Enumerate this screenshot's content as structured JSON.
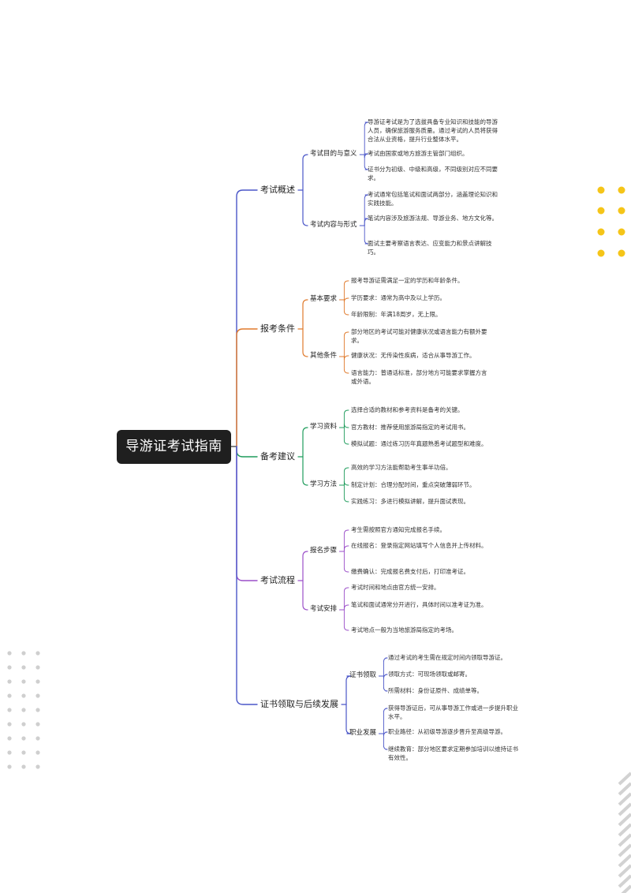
{
  "title": "导游证考试指南",
  "colors": {
    "root_bg": "#1f1f1f",
    "yellow_dots": "#f5c518",
    "gray_dots": "#cfcfcf",
    "stripes": "#d2d2d2"
  },
  "branches": [
    {
      "label": "考试概述",
      "color": "#4a56c8",
      "groups": [
        {
          "label": "考试目的与意义",
          "leaves": [
            "导游证考试是为了选拔具备专业知识和技能的导游人员，确保旅游服务质量。通过考试的人员将获得合法从业资格，提升行业整体水平。",
            "考试由国家或地方旅游主管部门组织。",
            "证书分为初级、中级和高级，不同级别对应不同要求。"
          ]
        },
        {
          "label": "考试内容与形式",
          "leaves": [
            "考试通常包括笔试和面试两部分，涵盖理论知识和实践技能。",
            "笔试内容涉及旅游法规、导游业务、地方文化等。",
            "面试主要考察语言表达、应变能力和景点讲解技巧。"
          ]
        }
      ]
    },
    {
      "label": "报考条件",
      "color": "#e07a2c",
      "groups": [
        {
          "label": "基本要求",
          "leaves": [
            "报考导游证需满足一定的学历和年龄条件。",
            "学历要求：通常为高中及以上学历。",
            "年龄限制：年满18周岁，无上限。"
          ]
        },
        {
          "label": "其他条件",
          "leaves": [
            "部分地区的考试可能对健康状况或语言能力有额外要求。",
            "健康状况：无传染性疾病，适合从事导游工作。",
            "语言能力：普通话标准，部分地方可能要求掌握方言或外语。"
          ]
        }
      ]
    },
    {
      "label": "备考建议",
      "color": "#1f9c5c",
      "groups": [
        {
          "label": "学习资料",
          "leaves": [
            "选择合适的教材和参考资料是备考的关键。",
            "官方教材：推荐使用旅游局指定的考试用书。",
            "模拟试题：通过练习历年真题熟悉考试题型和难度。"
          ]
        },
        {
          "label": "学习方法",
          "leaves": [
            "高效的学习方法能帮助考生事半功倍。",
            "制定计划：合理分配时间，重点突破薄弱环节。",
            "实践练习：多进行模拟讲解，提升面试表现。"
          ]
        }
      ]
    },
    {
      "label": "考试流程",
      "color": "#9b4fc9",
      "groups": [
        {
          "label": "报名步骤",
          "leaves": [
            "考生需按照官方通知完成报名手续。",
            "在线报名：登录指定网站填写个人信息并上传材料。",
            "缴费确认：完成报名费支付后，打印准考证。"
          ]
        },
        {
          "label": "考试安排",
          "leaves": [
            "考试时间和地点由官方统一安排。",
            "笔试和面试通常分开进行，具体时间以准考证为准。",
            "考试地点一般为当地旅游局指定的考场。"
          ]
        }
      ]
    },
    {
      "label": "证书领取与后续发展",
      "color": "#4a56c8",
      "groups": [
        {
          "label": "证书领取",
          "leaves": [
            "通过考试的考生需在规定时间内领取导游证。",
            "领取方式：可现场领取或邮寄。",
            "所需材料：身份证原件、成绩单等。"
          ]
        },
        {
          "label": "职业发展",
          "leaves": [
            "获得导游证后，可从事导游工作或进一步提升职业水平。",
            "职业路径：从初级导游逐步晋升至高级导游。",
            "继续教育：部分地区要求定期参加培训以维持证书有效性。"
          ]
        }
      ]
    }
  ]
}
